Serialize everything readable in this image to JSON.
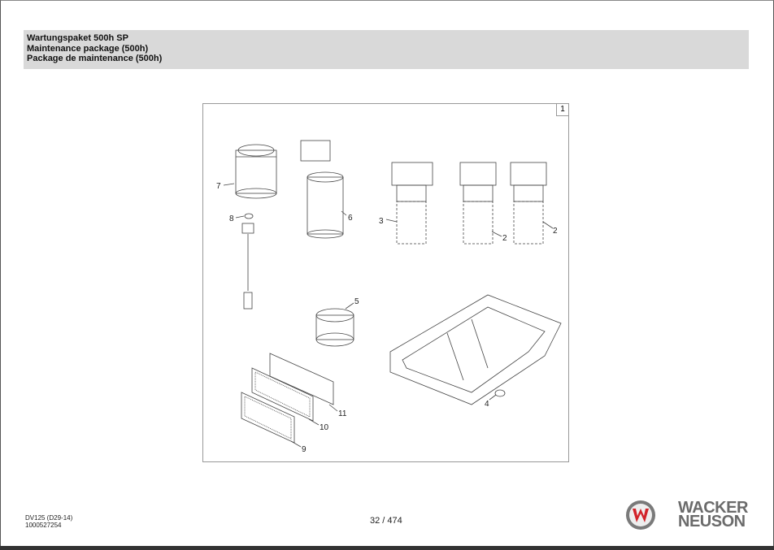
{
  "header": {
    "title_de": "Wartungspaket 500h SP",
    "title_en": "Maintenance package (500h)",
    "title_fr": "Package de maintenance (500h)"
  },
  "figure": {
    "number": "1",
    "callouts": [
      "7",
      "8",
      "6",
      "3",
      "2",
      "2",
      "5",
      "4",
      "11",
      "10",
      "9"
    ]
  },
  "footer": {
    "model": "DV125 (D29-14)",
    "doc_number": "1000527254",
    "page": "32 / 474",
    "brand_line1": "WACKER",
    "brand_line2": "NEUSON"
  },
  "colors": {
    "logo_red": "#d2232a",
    "brand_gray": "#6b6b6b"
  }
}
